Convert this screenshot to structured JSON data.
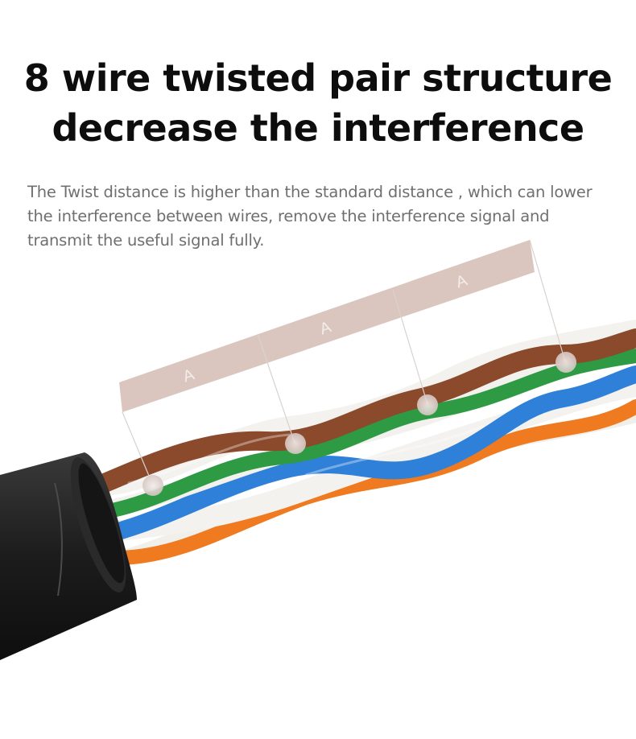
{
  "headline": {
    "line1": "8 wire twisted pair structure",
    "line2": "decrease the interference"
  },
  "description": {
    "line1": "The Twist distance is higher than the standard distance , which can lower",
    "line2": "the interference between wires, remove the interference signal and",
    "line3": "transmit the useful signal fully."
  },
  "twist_labels": [
    "A",
    "A",
    "A"
  ],
  "colors": {
    "band": "#d7c1b8",
    "jacket": "#1f1f1f",
    "brown": "#8a4a2b",
    "green": "#2e9a43",
    "blue": "#2f80d8",
    "orange": "#ef7a1f",
    "white_wire": "#f2f1ee"
  }
}
